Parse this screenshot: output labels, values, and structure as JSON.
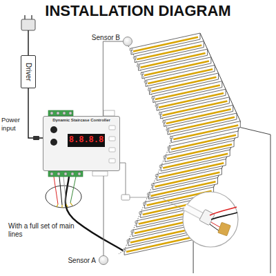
{
  "diagram": {
    "title": "INSTALLATION DIAGRAM",
    "nodes": [
      {
        "text": [
          "Sensor B"
        ]
      },
      {
        "text": [
          "Driver"
        ]
      },
      {
        "text": [
          "Dynamic Staircase Controller"
        ]
      },
      {
        "text": [
          "Sensor A"
        ]
      }
    ],
    "edges": [
      {
        "from": 1,
        "to": 2,
        "arrow": "none"
      },
      {
        "from": 2,
        "to": 0,
        "arrow": "none"
      },
      {
        "from": 2,
        "to": 3,
        "arrow": "none"
      }
    ],
    "labels": [
      "Power input",
      "8.8.8.8",
      "With a full set of main lines"
    ]
  }
}
